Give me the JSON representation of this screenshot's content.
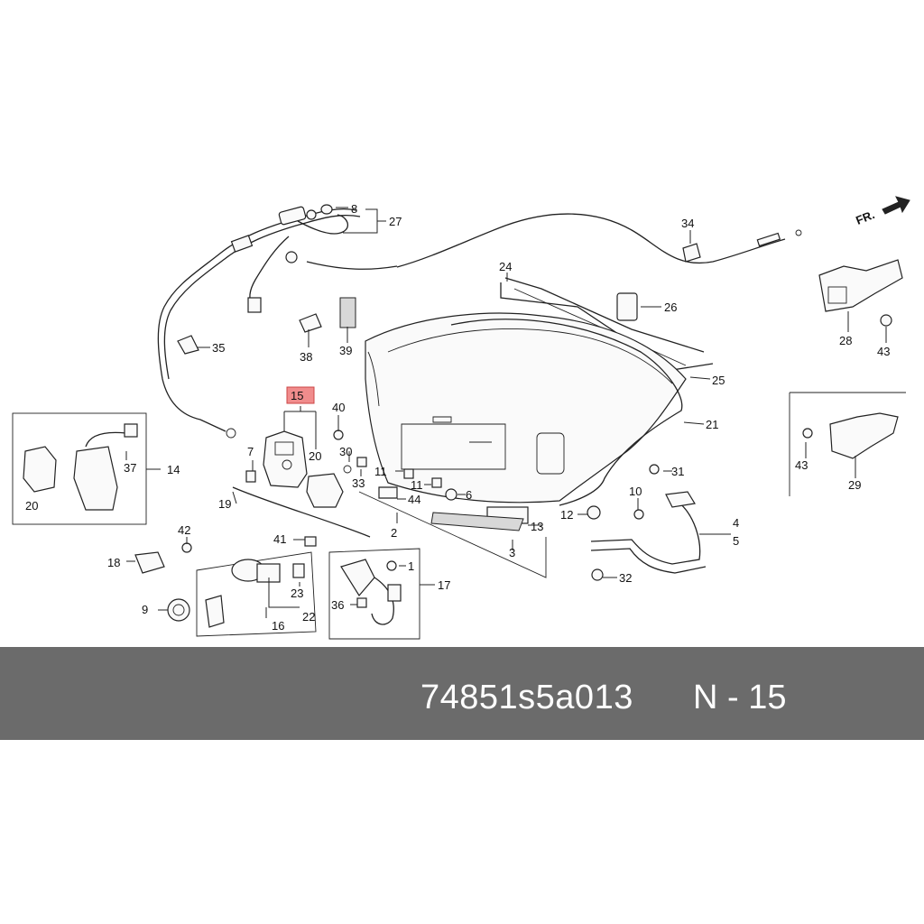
{
  "orientation_marker": "FR.",
  "highlight_color": "#f08c8c",
  "banner_color": "#6b6b6b",
  "callouts": {
    "c1": "1",
    "c2": "2",
    "c3": "3",
    "c4": "4",
    "c5": "5",
    "c6": "6",
    "c7": "7",
    "c8": "8",
    "c9": "9",
    "c10": "10",
    "c11a": "11",
    "c11b": "11",
    "c12": "12",
    "c13": "13",
    "c14": "14",
    "c15": "15",
    "c16": "16",
    "c17": "17",
    "c18": "18",
    "c19": "19",
    "c20a": "20",
    "c20b": "20",
    "c21": "21",
    "c22": "22",
    "c23": "23",
    "c24": "24",
    "c25": "25",
    "c26": "26",
    "c27": "27",
    "c28": "28",
    "c29": "29",
    "c30": "30",
    "c31": "31",
    "c32": "32",
    "c33": "33",
    "c34": "34",
    "c35": "35",
    "c36": "36",
    "c37": "37",
    "c38": "38",
    "c39": "39",
    "c40": "40",
    "c41": "41",
    "c42": "42",
    "c43a": "43",
    "c43b": "43",
    "c44": "44"
  },
  "footer": {
    "part_number": "74851s5a013",
    "diagram_code": "N - 15"
  }
}
